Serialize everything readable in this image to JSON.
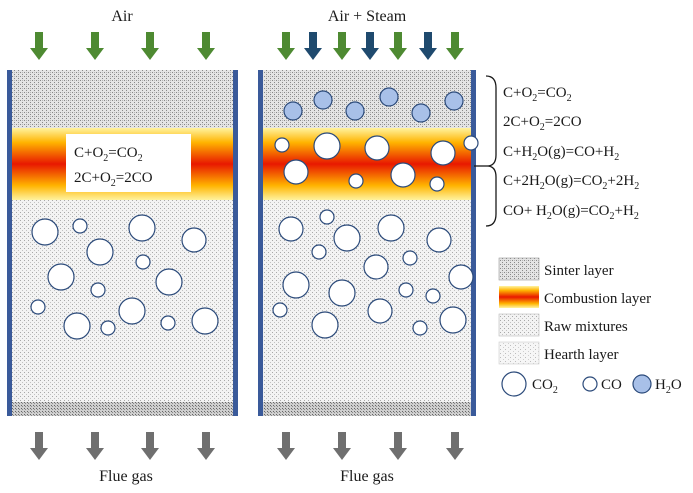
{
  "left_column": {
    "top_label": "Air",
    "bottom_label": "Flue gas",
    "reactions": [
      {
        "parts": [
          {
            "t": "C+O"
          },
          {
            "t": "2",
            "sub": true
          },
          {
            "t": "=CO"
          },
          {
            "t": "2",
            "sub": true
          }
        ]
      },
      {
        "parts": [
          {
            "t": "2C+O"
          },
          {
            "t": "2",
            "sub": true
          },
          {
            "t": "=2CO"
          }
        ]
      }
    ]
  },
  "right_column": {
    "top_label": "Air + Steam",
    "bottom_label": "Flue gas",
    "reactions": [
      {
        "parts": [
          {
            "t": "C+O"
          },
          {
            "t": "2",
            "sub": true
          },
          {
            "t": "=CO"
          },
          {
            "t": "2",
            "sub": true
          }
        ]
      },
      {
        "parts": [
          {
            "t": "2C+O"
          },
          {
            "t": "2",
            "sub": true
          },
          {
            "t": "=2CO"
          }
        ]
      },
      {
        "parts": [
          {
            "t": "C+H"
          },
          {
            "t": "2",
            "sub": true
          },
          {
            "t": "O(g)=CO+H"
          },
          {
            "t": "2",
            "sub": true
          }
        ]
      },
      {
        "parts": [
          {
            "t": "C+2H"
          },
          {
            "t": "2",
            "sub": true
          },
          {
            "t": "O(g)=CO"
          },
          {
            "t": "2",
            "sub": true
          },
          {
            "t": "+2H"
          },
          {
            "t": "2",
            "sub": true
          }
        ]
      },
      {
        "parts": [
          {
            "t": "CO+ H"
          },
          {
            "t": "2",
            "sub": true
          },
          {
            "t": "O(g)=CO"
          },
          {
            "t": "2",
            "sub": true
          },
          {
            "t": "+H"
          },
          {
            "t": "2",
            "sub": true
          }
        ]
      }
    ]
  },
  "legend": {
    "layers": [
      "Sinter layer",
      "Combustion layer",
      "Raw mixtures",
      "Hearth layer"
    ],
    "gases": [
      {
        "parts": [
          {
            "t": "CO"
          },
          {
            "t": "2",
            "sub": true
          }
        ]
      },
      {
        "parts": [
          {
            "t": "CO"
          }
        ]
      },
      {
        "parts": [
          {
            "t": "H"
          },
          {
            "t": "2",
            "sub": true
          },
          {
            "t": "O"
          }
        ]
      }
    ]
  },
  "colors": {
    "wall": "#3a5a9a",
    "air_arrow": "#4e8a32",
    "steam_arrow": "#1f4a6e",
    "flue_arrow": "#6f6f6f",
    "h2o_fill": "#a8c0e8",
    "bubble_stroke": "#2b4a7a"
  }
}
